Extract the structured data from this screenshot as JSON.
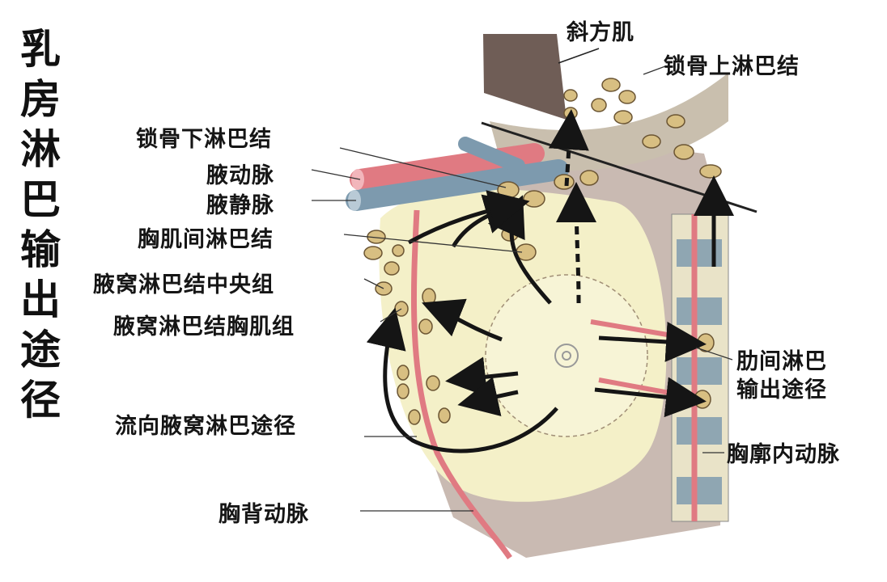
{
  "title": "乳房淋巴输出途径",
  "labels": {
    "trapezius": "斜方肌",
    "supraclavicular": "锁骨上淋巴结",
    "infraclavicular": "锁骨下淋巴结",
    "axillary_artery": "腋动脉",
    "axillary_vein": "腋静脉",
    "interpectoral": "胸肌间淋巴结",
    "central_group": "腋窝淋巴结中央组",
    "pectoral_group": "腋窝淋巴结胸肌组",
    "intercostal_line1": "肋间淋巴",
    "intercostal_line2": "输出途径",
    "axillary_route": "流向腋窝淋巴途径",
    "internal_thoracic": "胸廓内动脉",
    "thoracodorsal": "胸背动脉"
  },
  "colors": {
    "muscle": "#8a6e6a",
    "breast": "#f4f0c8",
    "artery": "#e07a82",
    "vein": "#7d9aae",
    "node": "#d8bf82",
    "arrow": "#151515"
  }
}
